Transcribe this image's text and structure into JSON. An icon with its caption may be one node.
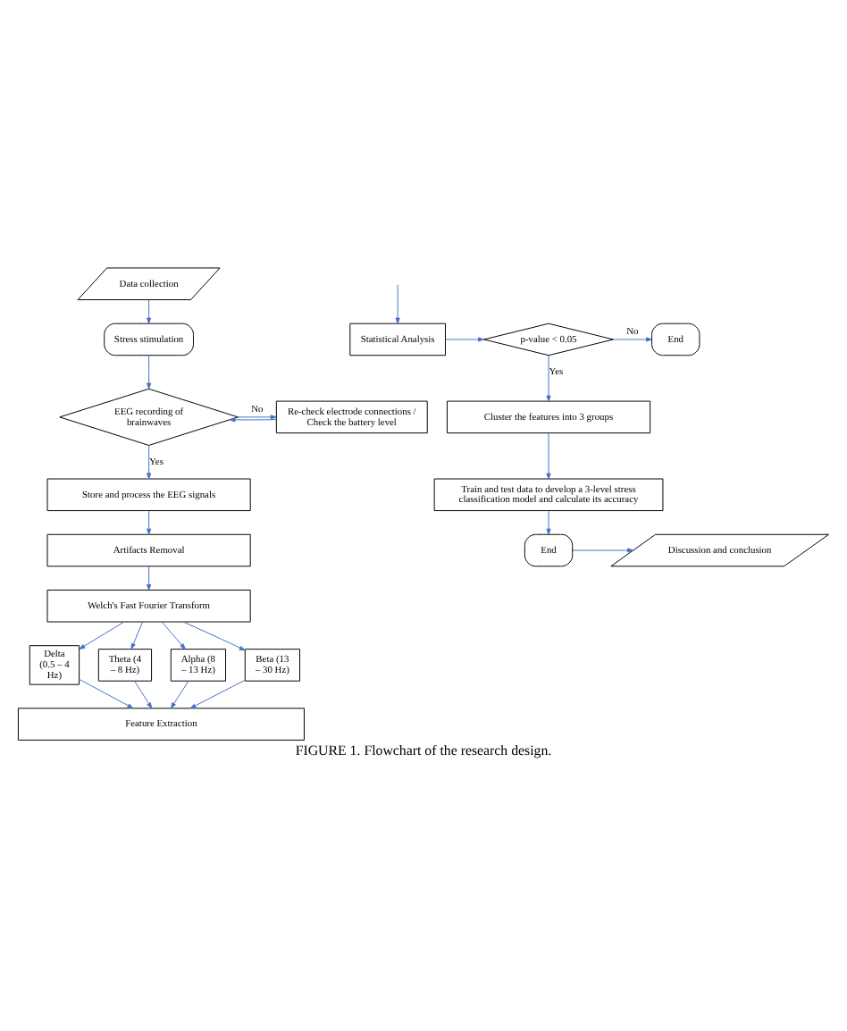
{
  "diagram": {
    "caption": "FIGURE 1. Flowchart of the research design.",
    "nodes": [
      {
        "text": [
          "Data collection"
        ]
      },
      {
        "text": [
          "Stress stimulation"
        ]
      },
      {
        "text": [
          "EEG recording of brainwaves"
        ]
      },
      {
        "text": [
          "Re-check electrode connections / Check the battery level"
        ]
      },
      {
        "text": [
          "Store and process the EEG signals"
        ]
      },
      {
        "text": [
          "Artifacts Removal"
        ]
      },
      {
        "text": [
          "Welch's Fast Fourier Transform"
        ]
      },
      {
        "text": [
          "Delta (0.5 – 4 Hz)"
        ]
      },
      {
        "text": [
          "Theta (4 – 8 Hz)"
        ]
      },
      {
        "text": [
          "Alpha (8 – 13 Hz)"
        ]
      },
      {
        "text": [
          "Beta (13 – 30 Hz)"
        ]
      },
      {
        "text": [
          "Feature Extraction"
        ]
      },
      {
        "text": [
          "Statistical Analysis"
        ]
      },
      {
        "text": [
          "p-value < 0.05"
        ]
      },
      {
        "text": [
          "End"
        ]
      },
      {
        "text": [
          "Cluster the features into 3 groups"
        ]
      },
      {
        "text": [
          "Train and test data to develop a 3-level stress classification model and calculate its accuracy"
        ]
      },
      {
        "text": [
          "End"
        ]
      },
      {
        "text": [
          "Discussion and conclusion"
        ]
      }
    ],
    "edges": [
      {
        "from": 0,
        "to": 1,
        "arrow": "to"
      },
      {
        "from": 1,
        "to": 2,
        "arrow": "to"
      },
      {
        "from": 2,
        "to": 3,
        "arrow": "to",
        "label": "No"
      },
      {
        "from": 3,
        "to": 2,
        "arrow": "to"
      },
      {
        "from": 2,
        "to": 4,
        "arrow": "to",
        "label": "Yes"
      },
      {
        "from": 4,
        "to": 5,
        "arrow": "to"
      },
      {
        "from": 5,
        "to": 6,
        "arrow": "to"
      },
      {
        "from": 6,
        "to": 7,
        "arrow": "to"
      },
      {
        "from": 6,
        "to": 8,
        "arrow": "to"
      },
      {
        "from": 6,
        "to": 9,
        "arrow": "to"
      },
      {
        "from": 6,
        "to": 10,
        "arrow": "to"
      },
      {
        "from": 7,
        "to": 11,
        "arrow": "to"
      },
      {
        "from": 8,
        "to": 11,
        "arrow": "to"
      },
      {
        "from": 9,
        "to": 11,
        "arrow": "to"
      },
      {
        "from": 10,
        "to": 11,
        "arrow": "to"
      },
      {
        "from": null,
        "to": 12,
        "arrow": "to"
      },
      {
        "from": 12,
        "to": 13,
        "arrow": "to"
      },
      {
        "from": 13,
        "to": 14,
        "arrow": "to",
        "label": "No"
      },
      {
        "from": 13,
        "to": 15,
        "arrow": "to",
        "label": "Yes"
      },
      {
        "from": 15,
        "to": 16,
        "arrow": "to"
      },
      {
        "from": 16,
        "to": 17,
        "arrow": "to"
      },
      {
        "from": 17,
        "to": 18,
        "arrow": "to"
      }
    ]
  }
}
